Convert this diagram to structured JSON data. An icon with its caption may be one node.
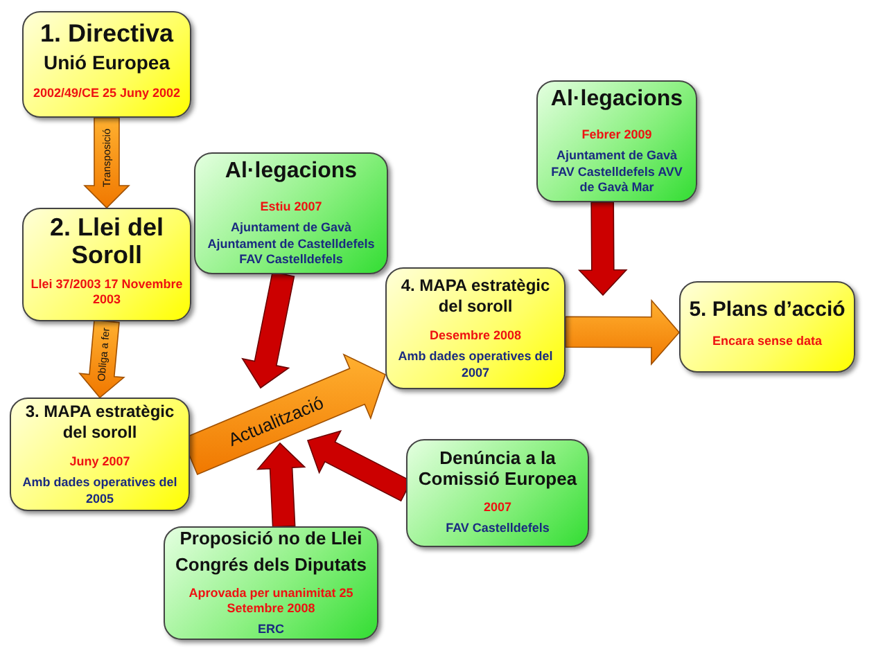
{
  "diagram": {
    "nodes": [
      {
        "text": [
          "1. Directiva",
          "Unió Europea",
          "2002/49/CE 25 Juny 2002"
        ]
      },
      {
        "text": [
          "2. Llei del Soroll",
          "Llei 37/2003 17 Novembre 2003"
        ]
      },
      {
        "text": [
          "3. MAPA estratègic del soroll",
          "Juny 2007",
          "Amb dades operatives del 2005"
        ]
      },
      {
        "text": [
          "Al·legacions",
          "Estiu 2007",
          "Ajuntament de Gavà Ajuntament de Castelldefels FAV Castelldefels"
        ]
      },
      {
        "text": [
          "4. MAPA estratègic del soroll",
          "Desembre 2008",
          "Amb dades operatives del 2007"
        ]
      },
      {
        "text": [
          "Al·legacions",
          "Febrer 2009",
          "Ajuntament de Gavà FAV Castelldefels AVV de Gavà Mar"
        ]
      },
      {
        "text": [
          "5. Plans d’acció",
          "Encara sense data"
        ]
      },
      {
        "text": [
          "Denúncia a la Comissió Europea",
          "2007",
          "FAV Castelldefels"
        ]
      },
      {
        "text": [
          "Proposició no de Llei",
          "Congrés dels Diputats",
          "Aprovada per unanimitat 25 Setembre 2008",
          "ERC"
        ]
      }
    ],
    "edges": [
      {
        "from": 0,
        "to": 1,
        "arrow": "to",
        "label": "Transposició"
      },
      {
        "from": 1,
        "to": 2,
        "arrow": "to",
        "label": "Obliga a fer"
      },
      {
        "from": 2,
        "to": 4,
        "arrow": "to",
        "label": "Actualització"
      },
      {
        "from": 4,
        "to": 6,
        "arrow": "to"
      },
      {
        "from": 3,
        "to": null,
        "arrow": "to",
        "color": "#cc0000"
      },
      {
        "from": 5,
        "to": null,
        "arrow": "to",
        "color": "#cc0000"
      },
      {
        "from": 8,
        "to": null,
        "arrow": "to",
        "color": "#cc0000"
      },
      {
        "from": 7,
        "to": null,
        "arrow": "to",
        "color": "#cc0000"
      }
    ]
  }
}
